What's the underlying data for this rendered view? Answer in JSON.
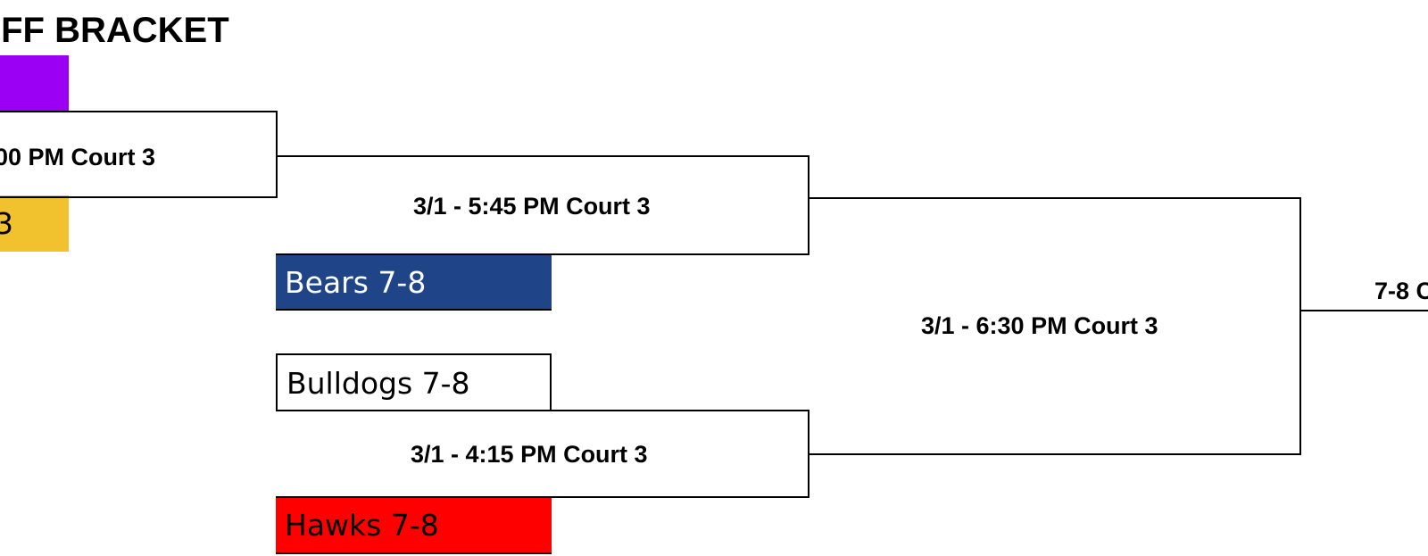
{
  "title": "OFF BRACKET",
  "colors": {
    "purple": "#9b00f5",
    "gold": "#f2c12e",
    "blue": "#1f4488",
    "red": "#ff0000",
    "white": "#ffffff",
    "line": "#000000"
  },
  "teams": {
    "top_left_fragment": "",
    "gold_left_fragment": "3",
    "bears": "Bears 7-8",
    "bulldogs": "Bulldogs 7-8",
    "hawks": "Hawks 7-8"
  },
  "games": {
    "first_round_left": "00 PM Court 3",
    "semi_top": "3/1 - 5:45 PM Court 3",
    "semi_bottom": "3/1 - 4:15 PM Court 3",
    "final": "3/1 - 6:30 PM Court 3",
    "champion_fragment": "7-8 C"
  }
}
